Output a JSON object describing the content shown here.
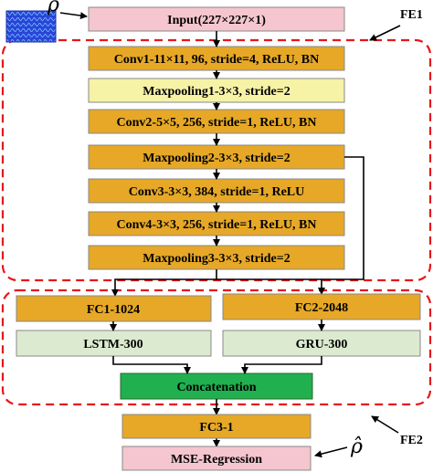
{
  "colors": {
    "pink": "#f5c6cf",
    "orange": "#e6a826",
    "yellow": "#f6f2a6",
    "light_green": "#dcebd0",
    "green": "#20b050",
    "dashed_red": "#e8161b",
    "thumbnail_blue": "#2a45d9"
  },
  "input_symbol": "ρ",
  "output_symbol": "ρ̂",
  "input_thumbnail_icon": "signal-image-thumbnail",
  "labels": {
    "fe1": "FE1",
    "fe2": "FE2"
  },
  "fe1_layers": [
    "Input(227×227×1)",
    "Conv1-11×11, 96, stride=4, ReLU, BN",
    "Maxpooling1-3×3, stride=2",
    "Conv2-5×5, 256, stride=1, ReLU, BN",
    "Maxpooling2-3×3, stride=2",
    "Conv3-3×3, 384, stride=1, ReLU",
    "Conv4-3×3, 256, stride=1, ReLU, BN",
    "Maxpooling3-3×3, stride=2"
  ],
  "fe2_layers": {
    "fc1": "FC1-1024",
    "fc2": "FC2-2048",
    "lstm": "LSTM-300",
    "gru": "GRU-300",
    "concat": "Concatenation"
  },
  "output_layers": {
    "fc3": "FC3-1",
    "regression": "MSE-Regression"
  }
}
